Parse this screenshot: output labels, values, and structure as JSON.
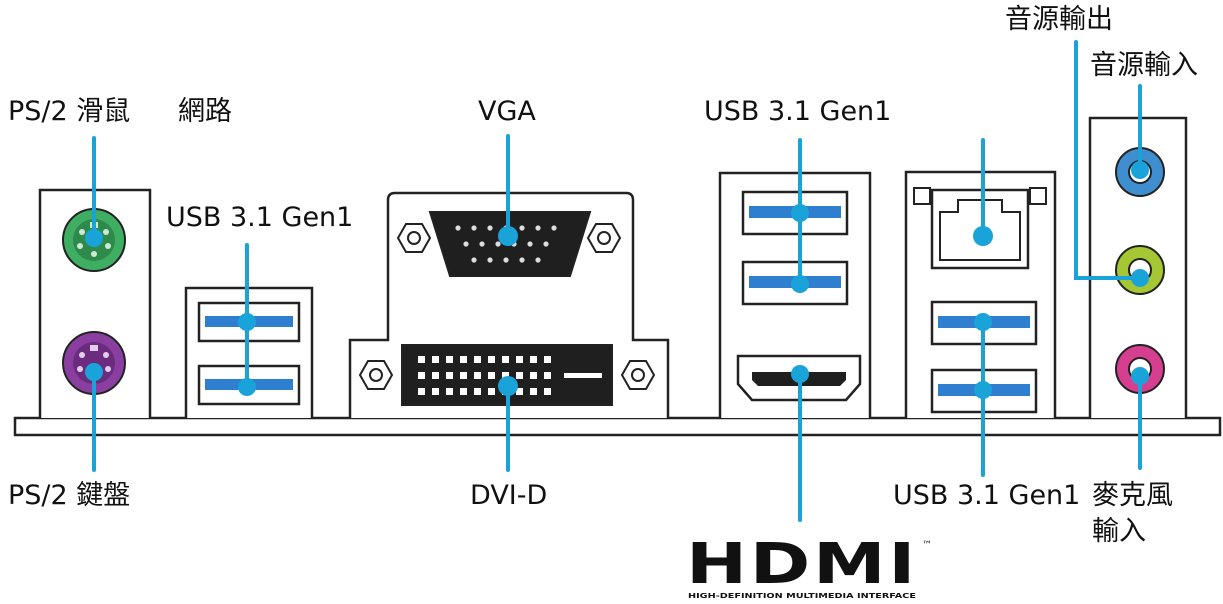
{
  "colors": {
    "pointer": "#1aa3d9",
    "outline": "#222222",
    "panel_fill": "#ffffff",
    "port_fill": "#1f1f1f",
    "usb_blue": "#2f7fd0",
    "ps2_mouse": "#3fae63",
    "ps2_keyboard": "#8a3fa0",
    "audio_in": "#3f8fd0",
    "audio_out": "#a5c733",
    "mic_in": "#d63f8f"
  },
  "labels": {
    "ps2_mouse": "PS/2 滑鼠",
    "network": "網路",
    "vga": "VGA",
    "usb_top": "USB 3.1 Gen1",
    "usb_left": "USB 3.1 Gen1",
    "audio_out": "音源輸出",
    "audio_in": "音源輸入",
    "ps2_keyboard": "PS/2 鍵盤",
    "dvi": "DVI-D",
    "usb_bottom": "USB 3.1 Gen1",
    "mic_line1": "麥克風",
    "mic_line2": "輸入",
    "hdmi_logo": "HDMI",
    "hdmi_trademark": "™",
    "hdmi_tagline": "HIGH-DEFINITION MULTIMEDIA INTERFACE"
  }
}
